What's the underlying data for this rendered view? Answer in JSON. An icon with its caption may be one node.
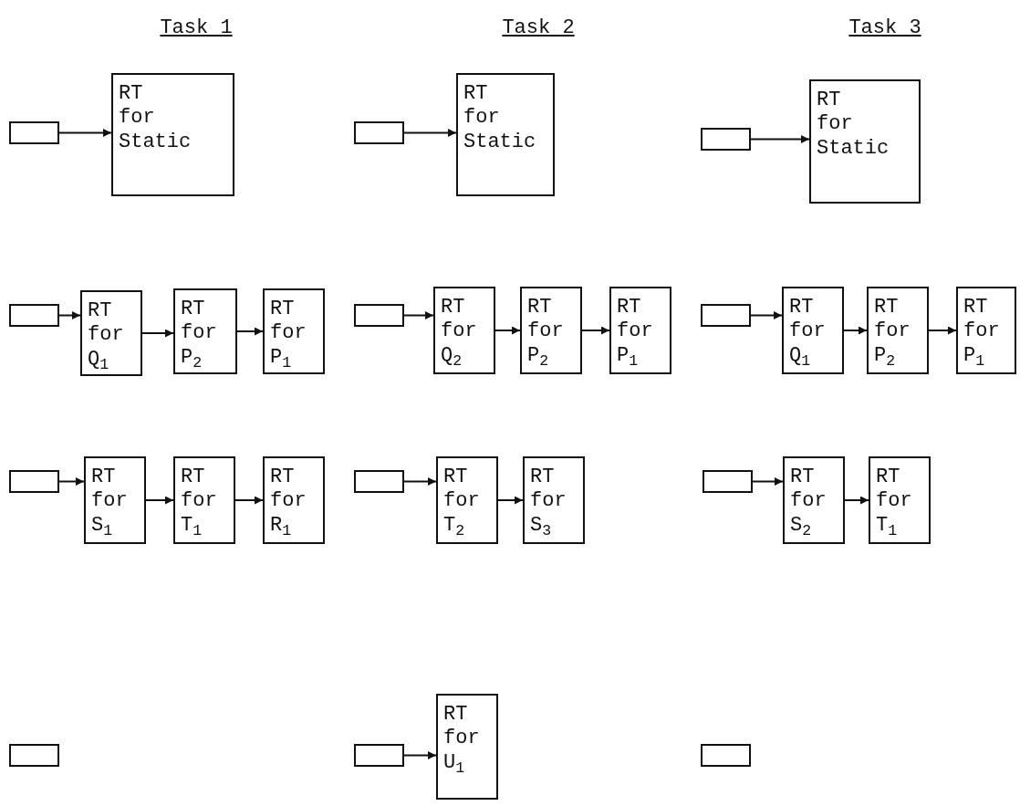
{
  "diagram": {
    "nodes": [
      {
        "text": [],
        "shape": "box"
      },
      {
        "text": [
          "RT for Static"
        ]
      },
      {
        "text": [],
        "shape": "box"
      },
      {
        "text": [
          "RT for Static"
        ]
      },
      {
        "text": [],
        "shape": "box"
      },
      {
        "text": [
          "RT for Static"
        ]
      },
      {
        "text": [],
        "shape": "box"
      },
      {
        "text": [
          "RT for Q$_{1}$"
        ]
      },
      {
        "text": [
          "RT for P$_{2}$"
        ]
      },
      {
        "text": [
          "RT for P$_{1}$"
        ]
      },
      {
        "text": [],
        "shape": "box"
      },
      {
        "text": [
          "RT for Q$_{2}$"
        ]
      },
      {
        "text": [
          "RT for P$_{2}$"
        ]
      },
      {
        "text": [
          "RT for P$_{1}$"
        ]
      },
      {
        "text": [],
        "shape": "box"
      },
      {
        "text": [
          "RT for Q$_{1}$"
        ]
      },
      {
        "text": [
          "RT for P$_{2}$"
        ]
      },
      {
        "text": [
          "RT for P$_{1}$"
        ]
      },
      {
        "text": [],
        "shape": "box"
      },
      {
        "text": [
          "RT for S$_{1}$"
        ]
      },
      {
        "text": [
          "RT for T$_{1}$"
        ]
      },
      {
        "text": [
          "RT for R$_{1}$"
        ]
      },
      {
        "text": [],
        "shape": "box"
      },
      {
        "text": [
          "RT for T$_{2}$"
        ]
      },
      {
        "text": [
          "RT for S$_{3}$"
        ]
      },
      {
        "text": [],
        "shape": "box"
      },
      {
        "text": [
          "RT for S$_{2}$"
        ]
      },
      {
        "text": [
          "RT for T$_{1}$"
        ]
      },
      {
        "text": [],
        "shape": "box"
      },
      {
        "text": [],
        "shape": "box"
      },
      {
        "text": [
          "RT for U$_{1}$"
        ]
      },
      {
        "text": [],
        "shape": "box"
      }
    ],
    "edges": [
      {
        "from": 0,
        "to": 1,
        "arrow": "to"
      },
      {
        "from": 2,
        "to": 3,
        "arrow": "to"
      },
      {
        "from": 4,
        "to": 5,
        "arrow": "to"
      },
      {
        "from": 6,
        "to": 7,
        "arrow": "to"
      },
      {
        "from": 7,
        "to": 8,
        "arrow": "to"
      },
      {
        "from": 8,
        "to": 9,
        "arrow": "to"
      },
      {
        "from": 10,
        "to": 11,
        "arrow": "to"
      },
      {
        "from": 11,
        "to": 12,
        "arrow": "to"
      },
      {
        "from": 12,
        "to": 13,
        "arrow": "to"
      },
      {
        "from": 14,
        "to": 15,
        "arrow": "to"
      },
      {
        "from": 15,
        "to": 16,
        "arrow": "to"
      },
      {
        "from": 16,
        "to": 17,
        "arrow": "to"
      },
      {
        "from": 18,
        "to": 19,
        "arrow": "to"
      },
      {
        "from": 19,
        "to": 20,
        "arrow": "to"
      },
      {
        "from": 20,
        "to": 21,
        "arrow": "to"
      },
      {
        "from": 22,
        "to": 23,
        "arrow": "to"
      },
      {
        "from": 23,
        "to": 24,
        "arrow": "to"
      },
      {
        "from": 25,
        "to": 26,
        "arrow": "to"
      },
      {
        "from": 26,
        "to": 27,
        "arrow": "to"
      },
      {
        "from": 29,
        "to": 30,
        "arrow": "to"
      }
    ],
    "labels": [
      "Task 1",
      "Task 2",
      "Task 3"
    ]
  }
}
